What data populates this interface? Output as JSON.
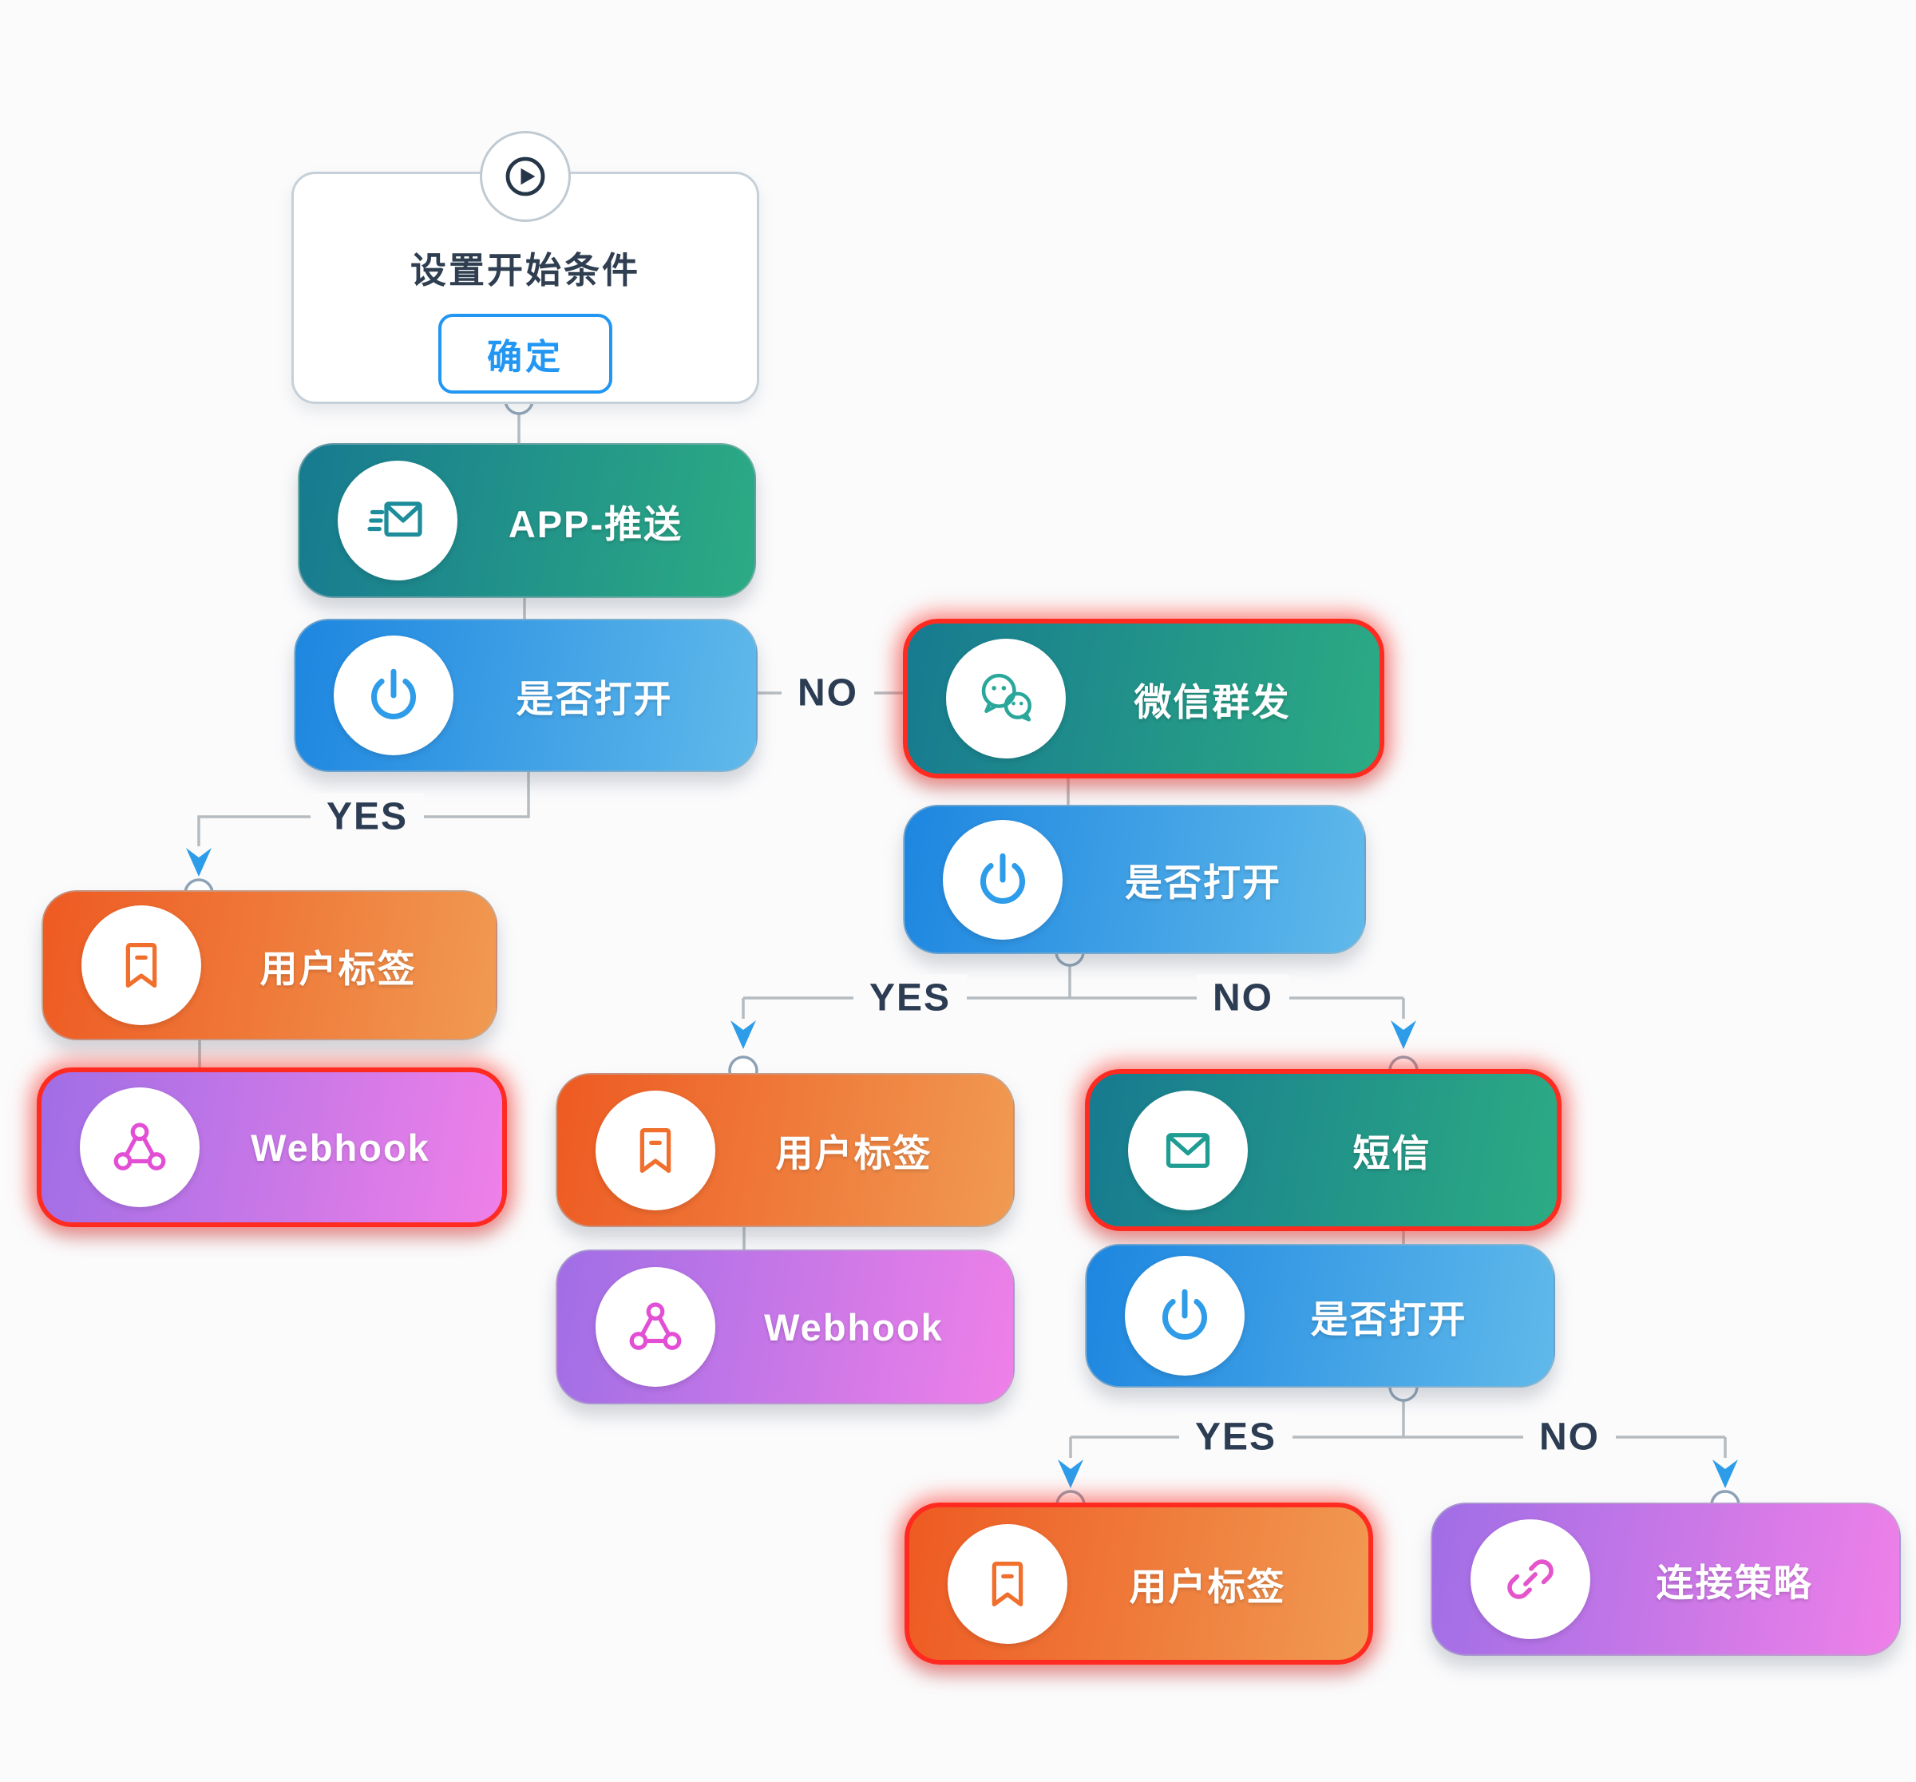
{
  "start": {
    "title": "设置开始条件",
    "button_label": "确定"
  },
  "labels": {
    "yes": "YES",
    "no": "NO"
  },
  "nodes": {
    "app_push": {
      "label": "APP-推送",
      "color": "teal",
      "alert": false
    },
    "open1": {
      "label": "是否打开",
      "color": "blue",
      "alert": false
    },
    "wechat": {
      "label": "微信群发",
      "color": "teal",
      "alert": true
    },
    "tag1": {
      "label": "用户标签",
      "color": "orange",
      "alert": false
    },
    "webhook1": {
      "label": "Webhook",
      "color": "purple",
      "alert": true
    },
    "open2": {
      "label": "是否打开",
      "color": "blue",
      "alert": false
    },
    "tag2": {
      "label": "用户标签",
      "color": "orange",
      "alert": false
    },
    "webhook2": {
      "label": "Webhook",
      "color": "purple",
      "alert": false
    },
    "sms": {
      "label": "短信",
      "color": "teal",
      "alert": true
    },
    "open3": {
      "label": "是否打开",
      "color": "blue",
      "alert": false
    },
    "tag3": {
      "label": "用户标签",
      "color": "orange",
      "alert": true
    },
    "link_strategy": {
      "label": "连接策略",
      "color": "purple",
      "alert": false
    }
  },
  "colors": {
    "teal_gradient": [
      "#177a90",
      "#2cab83"
    ],
    "blue_gradient": [
      "#1d86e0",
      "#60b9ea"
    ],
    "orange_gradient": [
      "#ee5a22",
      "#f09a52"
    ],
    "purple_gradient": [
      "#a06ee6",
      "#ef80e8"
    ],
    "alert_border": "#ff2b20",
    "wire": "#b5bbbf",
    "arrow": "#2d9ce9",
    "branch_text": "#2c3c52",
    "accent_blue": "#2196f3"
  }
}
